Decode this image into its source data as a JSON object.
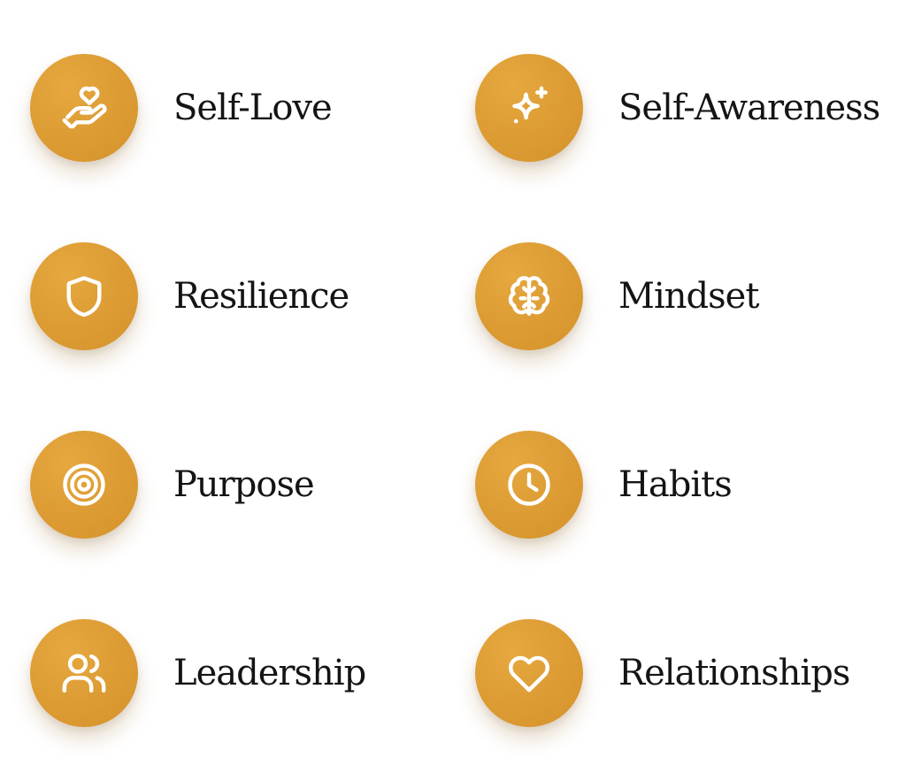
{
  "accent_color": "#dc9b33",
  "topics": [
    {
      "label": "Self-Love",
      "icon": "hand-heart-icon"
    },
    {
      "label": "Self-Awareness",
      "icon": "sparkles-icon"
    },
    {
      "label": "Resilience",
      "icon": "shield-icon"
    },
    {
      "label": "Mindset",
      "icon": "brain-icon"
    },
    {
      "label": "Purpose",
      "icon": "target-icon"
    },
    {
      "label": "Habits",
      "icon": "clock-icon"
    },
    {
      "label": "Leadership",
      "icon": "users-icon"
    },
    {
      "label": "Relationships",
      "icon": "heart-icon"
    }
  ]
}
